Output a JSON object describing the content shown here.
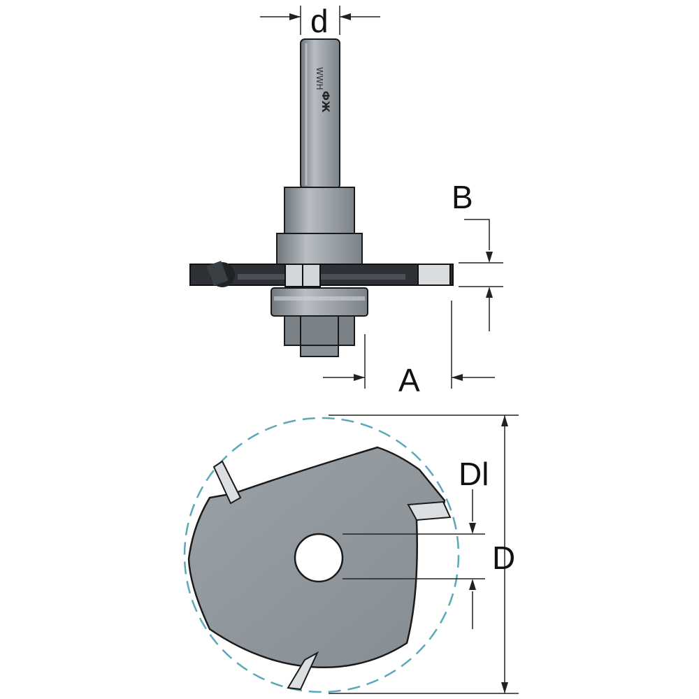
{
  "labels": {
    "shank_diameter": "d",
    "cutting_width": "B",
    "cutting_depth": "A",
    "bore_diameter": "Dl",
    "outer_diameter": "D"
  },
  "brand": {
    "text": "WWH",
    "mark": "ФЖ"
  },
  "colors": {
    "metal": "#8e959b",
    "metal_dark": "#5f666c",
    "blade": "#2e3236",
    "carbide": "#d9dcdf",
    "dashed_circle": "#5aa9b8",
    "dimension_line": "#222222"
  }
}
